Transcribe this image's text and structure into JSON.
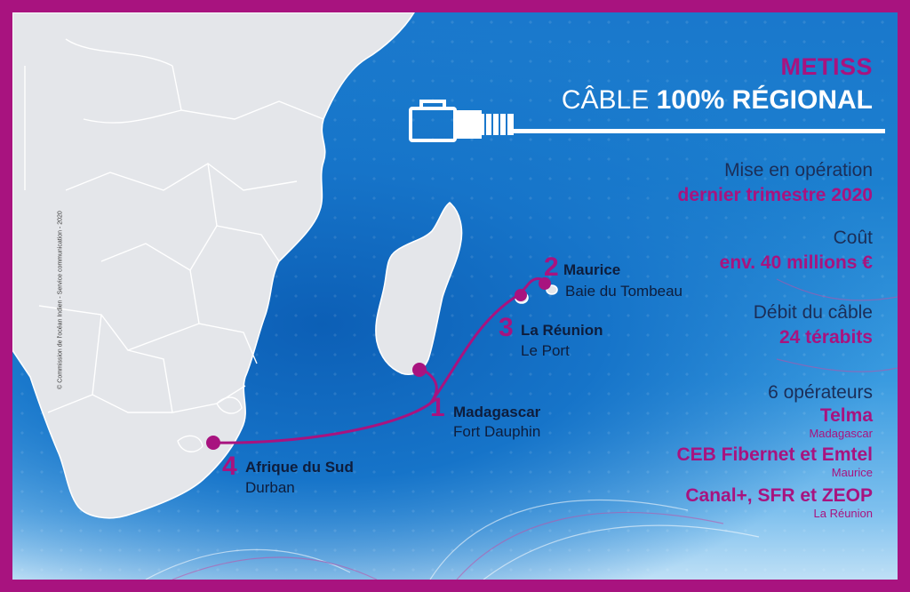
{
  "title": {
    "line1": "METISS",
    "line2_a": "CÂBLE ",
    "line2_b": "100% RÉGIONAL"
  },
  "copyright": "© Commission de l'océan Indien - Service communication - 2020",
  "info": {
    "launch_label": "Mise en opération",
    "launch_value": "dernier trimestre 2020",
    "cost_label": "Coût",
    "cost_value": "env. 40 millions €",
    "rate_label": "Débit du câble",
    "rate_value": "24 térabits",
    "operators_label": "6 opérateurs",
    "operators": [
      {
        "name": "Telma",
        "country": "Madagascar"
      },
      {
        "name": "CEB Fibernet et Emtel",
        "country": "Maurice"
      },
      {
        "name": "Canal+, SFR et ZEOP",
        "country": "La Réunion"
      }
    ]
  },
  "landings": [
    {
      "num": "1",
      "name": "Madagascar",
      "city": "Fort Dauphin"
    },
    {
      "num": "2",
      "name": "Maurice",
      "city": "Baie du Tombeau"
    },
    {
      "num": "3",
      "name": "La Réunion",
      "city": "Le Port"
    },
    {
      "num": "4",
      "name": "Afrique du Sud",
      "city": "Durban"
    }
  ],
  "colors": {
    "brand": "#a8137f",
    "ocean": "#1a78cc",
    "land": "#e4e6ea",
    "text": "#1b2e58"
  },
  "icons": {
    "cable": "ethernet-connector-icon"
  }
}
